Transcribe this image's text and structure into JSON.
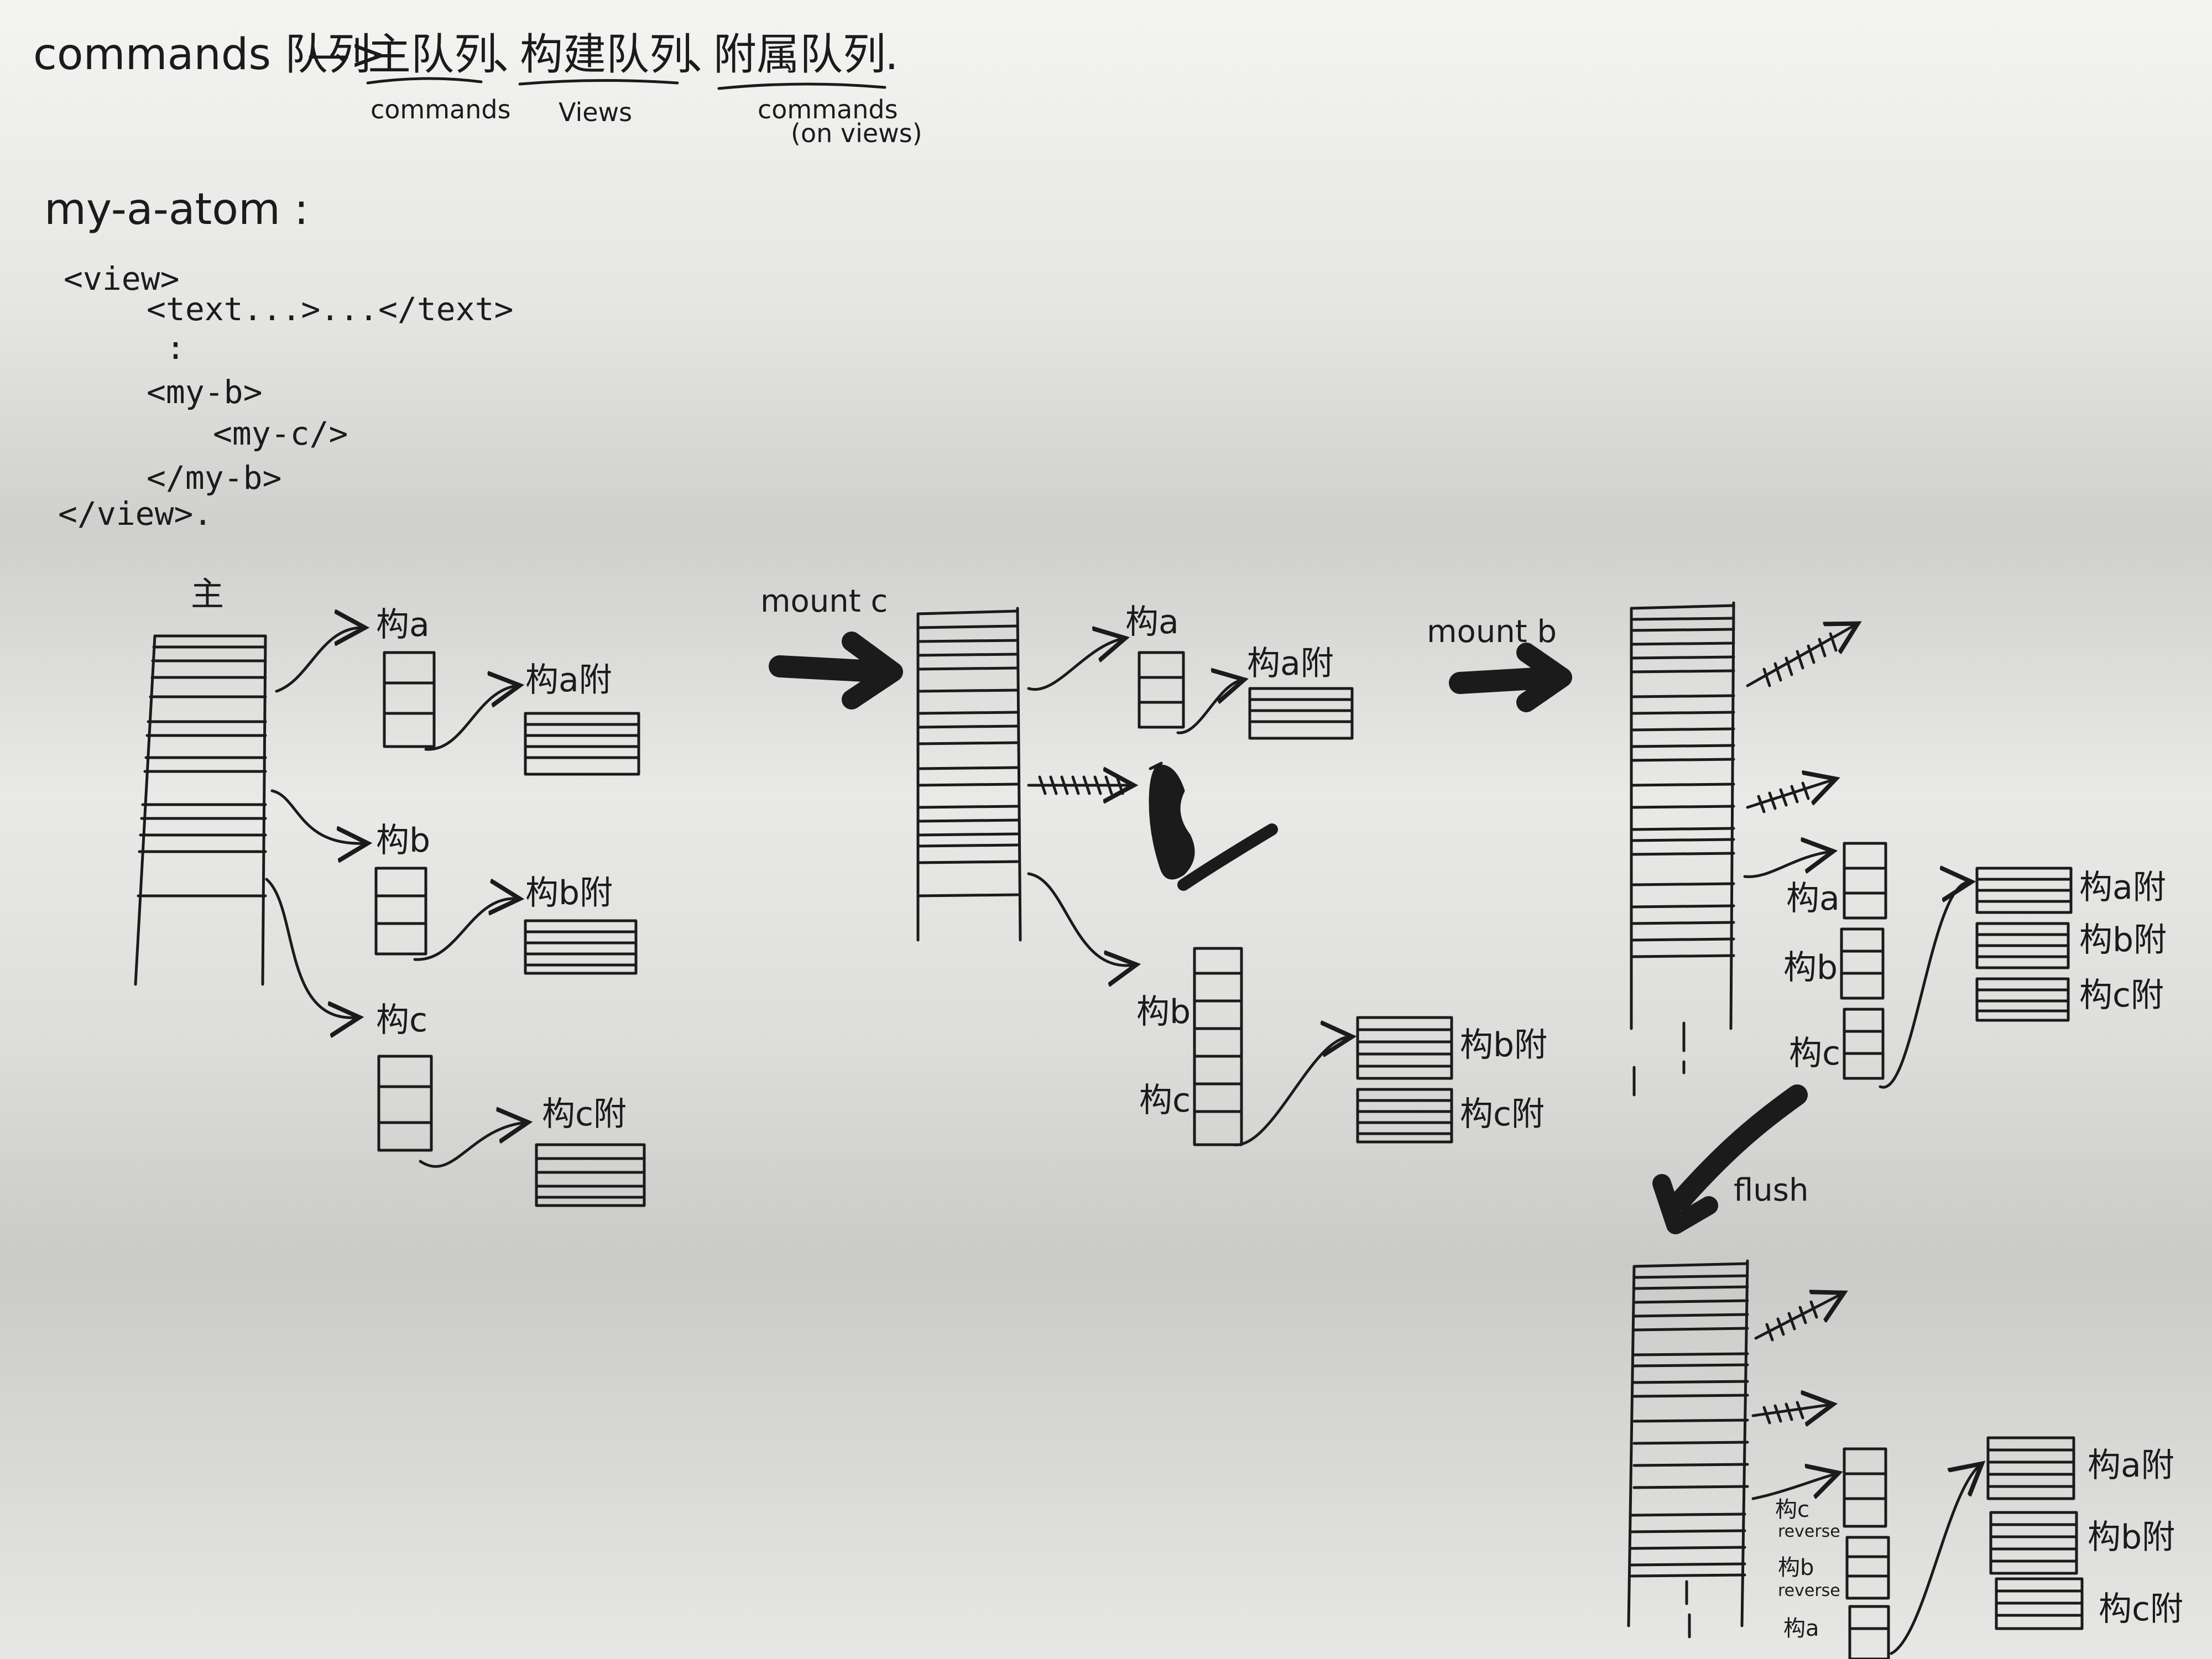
{
  "header": {
    "commands_queue": "commands 队列",
    "arrow": "—>",
    "main_queue": "主队列",
    "sep1": "、",
    "build_queue": "构建队列",
    "sep2": "、",
    "attach_queue": "附属队列",
    "period": ".",
    "main_note": "commands",
    "build_note": "Views",
    "attach_note_1": "commands",
    "attach_note_2": "(on views)"
  },
  "code": {
    "title": "my-a-atom :",
    "lines": [
      "<view>",
      "<text...>...</text>",
      ":",
      "<my-b>",
      "<my-c/>",
      "</my-b>",
      "</view>."
    ]
  },
  "stage1": {
    "main_label": "主",
    "build_a": "构a",
    "attach_a": "构a附",
    "build_b": "构b",
    "attach_b": "构b附",
    "build_c": "构c",
    "attach_c": "构c附"
  },
  "stage2": {
    "arrow_label": "mount c",
    "build_a": "构a",
    "attach_a": "构a附",
    "build_b": "构b",
    "build_c": "构c",
    "attach_b": "构b附",
    "attach_c": "构c附"
  },
  "stage3": {
    "arrow_label": "mount b",
    "build_a": "构a",
    "build_b": "构b",
    "build_c": "构c",
    "attach_a": "构a附",
    "attach_b": "构b附",
    "attach_c": "构c附"
  },
  "stage4": {
    "arrow_label": "flush",
    "build_c": "构c",
    "reverse_c": "reverse",
    "build_b": "构b",
    "reverse_b": "reverse",
    "build_a": "构a",
    "attach_a": "构a附",
    "attach_b": "构b附",
    "attach_c": "构c附"
  }
}
